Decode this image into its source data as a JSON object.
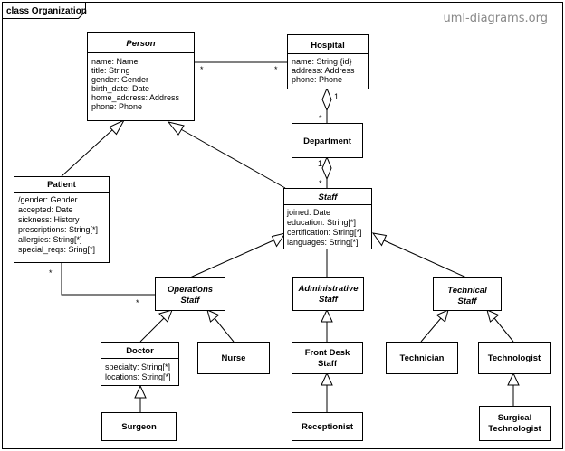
{
  "frame": {
    "title": "class Organization"
  },
  "watermark": "uml-diagrams.org",
  "classes": {
    "person": {
      "name": "Person",
      "attributes": [
        "name: Name",
        "title: String",
        "gender: Gender",
        "birth_date: Date",
        "home_address: Address",
        "phone: Phone"
      ]
    },
    "hospital": {
      "name": "Hospital",
      "attributes": [
        "name: String {id}",
        "address: Address",
        "phone: Phone"
      ]
    },
    "department": {
      "name": "Department"
    },
    "patient": {
      "name": "Patient",
      "attributes": [
        "/gender: Gender",
        "accepted: Date",
        "sickness: History",
        "prescriptions: String[*]",
        "allergies: String[*]",
        "special_reqs: Sring[*]"
      ]
    },
    "staff": {
      "name": "Staff",
      "attributes": [
        "joined: Date",
        "education: String[*]",
        "certification: String[*]",
        "languages: String[*]"
      ]
    },
    "operations_staff": {
      "name_lines": [
        "Operations",
        "Staff"
      ]
    },
    "administrative_staff": {
      "name_lines": [
        "Administrative",
        "Staff"
      ]
    },
    "technical_staff": {
      "name_lines": [
        "Technical",
        "Staff"
      ]
    },
    "doctor": {
      "name": "Doctor",
      "attributes": [
        "specialty: String[*]",
        "locations: String[*]"
      ]
    },
    "nurse": {
      "name": "Nurse"
    },
    "front_desk_staff": {
      "name_lines": [
        "Front Desk",
        "Staff"
      ]
    },
    "technician": {
      "name": "Technician"
    },
    "technologist": {
      "name": "Technologist"
    },
    "surgeon": {
      "name": "Surgeon"
    },
    "receptionist": {
      "name": "Receptionist"
    },
    "surgical_technologist": {
      "name_lines": [
        "Surgical",
        "Technologist"
      ]
    }
  },
  "multiplicities": {
    "person_hospital_person_end": "*",
    "person_hospital_hospital_end": "*",
    "hospital_department_hospital_end": "1",
    "hospital_department_department_end": "*",
    "department_staff_department_end": "1",
    "department_staff_staff_end": "*",
    "patient_operations_patient_end": "*",
    "patient_operations_operations_end": "*"
  },
  "colors": {
    "stroke": "#000000",
    "background": "#ffffff",
    "watermark": "#888888"
  }
}
